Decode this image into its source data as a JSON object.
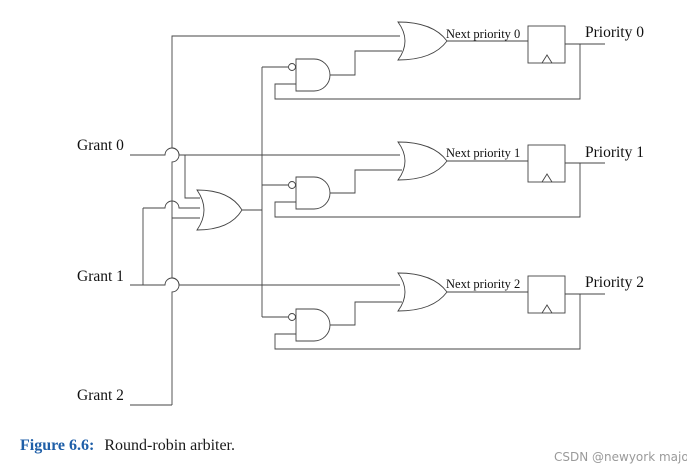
{
  "inputs": [
    "Grant 0",
    "Grant 1",
    "Grant 2"
  ],
  "next_priority": [
    "Next priority 0",
    "Next priority 1",
    "Next priority 2"
  ],
  "outputs": [
    "Priority 0",
    "Priority 1",
    "Priority 2"
  ],
  "caption": {
    "number": "Figure 6.6:",
    "text": "Round-robin arbiter."
  },
  "watermark": "CSDN @newyork major"
}
